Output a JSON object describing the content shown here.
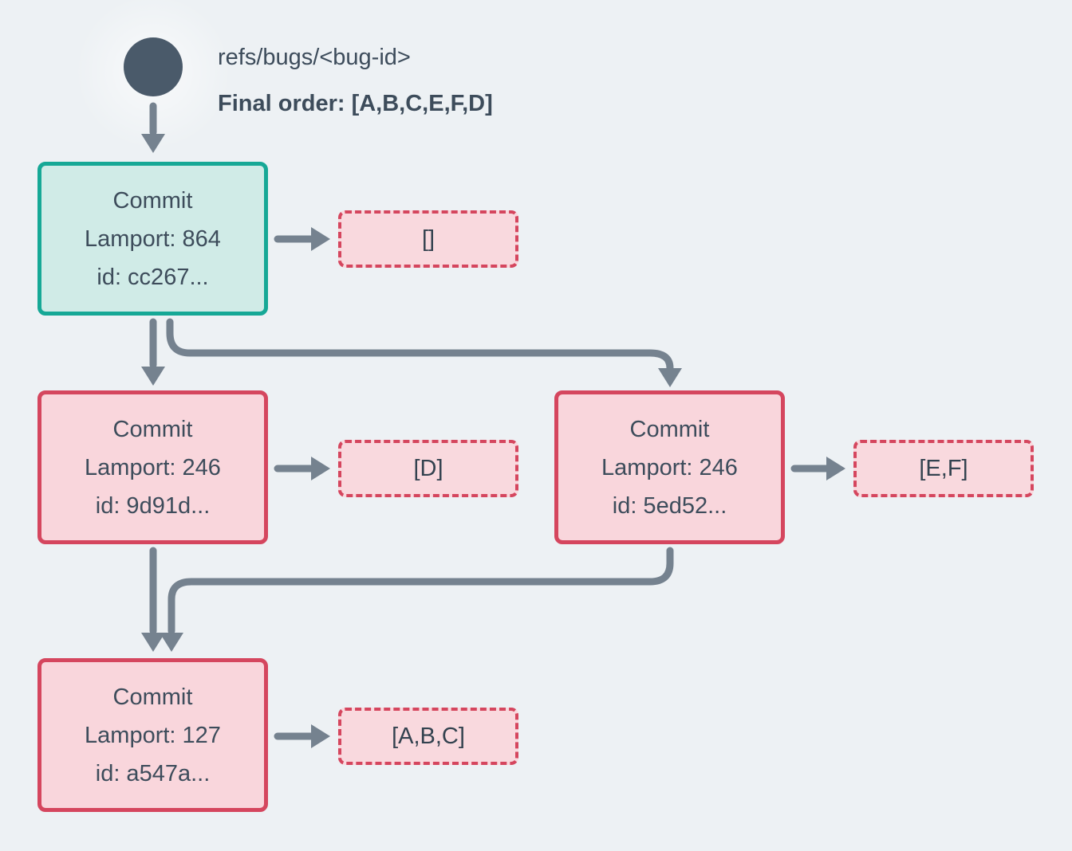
{
  "colors": {
    "background": "#edf1f4",
    "text": "#3d4c5b",
    "arrow": "#75828f",
    "head_circle": "#4a5a6a",
    "teal_border": "#16a896",
    "teal_fill": "#d0ebe7",
    "crimson_border": "#d5465e",
    "pink_fill": "#f9d6dc",
    "ops_fill": "#f9d9de"
  },
  "header": {
    "ref_label": "refs/bugs/<bug-id>",
    "final_order_label": "Final order: [A,B,C,E,F,D]"
  },
  "nodes": {
    "commit_root": {
      "title": "Commit",
      "lamport": "Lamport: 864",
      "id": "id: cc267...",
      "operations": "[]"
    },
    "commit_left": {
      "title": "Commit",
      "lamport": "Lamport: 246",
      "id": "id: 9d91d...",
      "operations": "[D]"
    },
    "commit_right": {
      "title": "Commit",
      "lamport": "Lamport: 246",
      "id": "id: 5ed52...",
      "operations": "[E,F]"
    },
    "commit_bottom": {
      "title": "Commit",
      "lamport": "Lamport: 127",
      "id": "id: a547a...",
      "operations": "[A,B,C]"
    }
  }
}
